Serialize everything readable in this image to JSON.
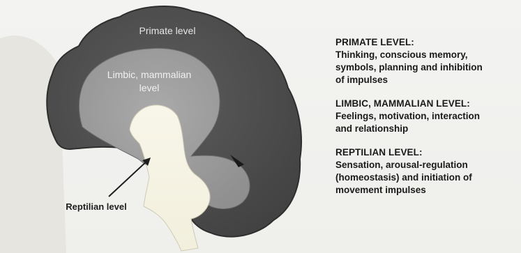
{
  "diagram": {
    "labels": {
      "primate": "Primate level",
      "limbic_line1": "Limbic, mammalian",
      "limbic_line2": "level",
      "reptilian": "Reptilian level"
    }
  },
  "legend": {
    "primate": {
      "title": "PRIMATE LEVEL:",
      "lines": [
        "Thinking, conscious memory,",
        "symbols, planning and inhibition",
        "of impulses"
      ]
    },
    "limbic": {
      "title": "LIMBIC, MAMMALIAN LEVEL:",
      "lines": [
        "Feelings, motivation, interaction",
        "and relationship"
      ]
    },
    "reptilian": {
      "title": "REPTILIAN LEVEL:",
      "lines": [
        "Sensation, arousal-regulation",
        "(homeostasis) and initiation of",
        "movement impulses"
      ]
    }
  }
}
